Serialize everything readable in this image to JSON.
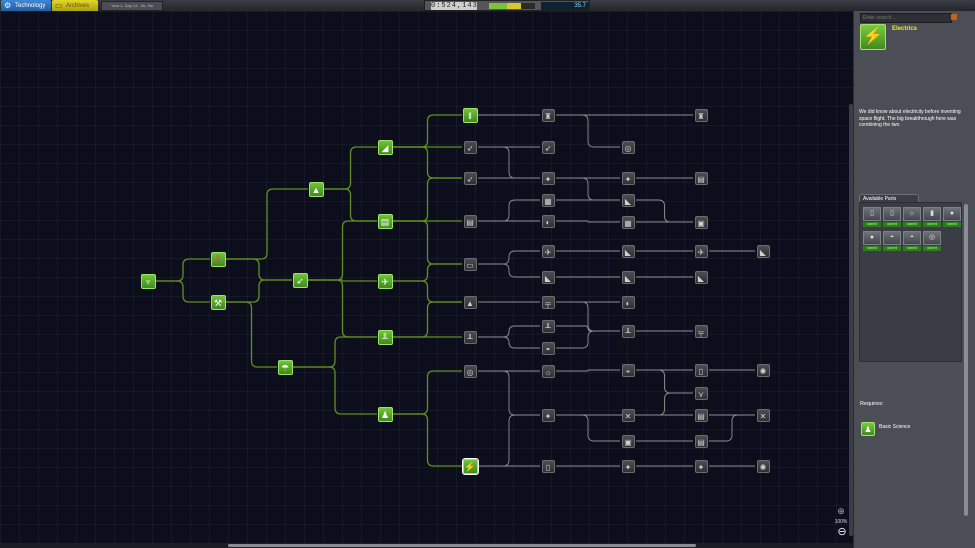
{
  "topbar": {
    "tabs": [
      {
        "label": "Technology",
        "icon": "gear-icon"
      },
      {
        "label": "Archives",
        "icon": "folder-icon"
      }
    ],
    "date": "Year 1, Day 13 - 0h, 9m",
    "funds": "0:524,143",
    "reputation_fraction": 0.7,
    "science": "35.7"
  },
  "colors": {
    "researched": "#5eb02f",
    "unresearched": "#3c3e43",
    "link_on": "#5f8f22",
    "link_off": "#8d8f94",
    "accent_title": "#f2e53a"
  },
  "tree": {
    "nodes": [
      {
        "id": "n1",
        "icon": "antenna-icon",
        "researched": true
      },
      {
        "id": "n2",
        "icon": "bulb-icon",
        "researched": true
      },
      {
        "id": "n3",
        "icon": "wrench-icon",
        "researched": true
      },
      {
        "id": "n4",
        "icon": "rocket-icon",
        "researched": true
      },
      {
        "id": "n5",
        "icon": "fin-icon",
        "researched": true
      },
      {
        "id": "n6",
        "icon": "parachute-icon",
        "researched": true
      },
      {
        "id": "n7",
        "icon": "rocket-angle-icon",
        "researched": true
      },
      {
        "id": "n8",
        "icon": "tank-icon",
        "researched": true
      },
      {
        "id": "n9",
        "icon": "plane-icon",
        "researched": true
      },
      {
        "id": "n10",
        "icon": "strut-icon",
        "researched": true
      },
      {
        "id": "n11",
        "icon": "science-icon",
        "researched": true
      },
      {
        "id": "n12",
        "icon": "engine-icon",
        "researched": true
      },
      {
        "id": "d1",
        "icon": "rocket-angle-icon",
        "researched": false
      },
      {
        "id": "d2",
        "icon": "rocket-angle-icon",
        "researched": false
      },
      {
        "id": "d3",
        "icon": "tank-icon",
        "researched": false
      },
      {
        "id": "d4",
        "icon": "fuel-line-icon",
        "researched": false
      },
      {
        "id": "d5",
        "icon": "rocket-icon",
        "researched": false
      },
      {
        "id": "d6",
        "icon": "strut-icon",
        "researched": false
      },
      {
        "id": "d7",
        "icon": "dish-icon",
        "researched": false
      },
      {
        "id": "g1",
        "icon": "electrics-icon",
        "researched": true
      },
      {
        "id": "c1",
        "icon": "tower-icon",
        "researched": false
      },
      {
        "id": "c2",
        "icon": "rocket-angle-icon",
        "researched": false
      },
      {
        "id": "c3",
        "icon": "probe-icon",
        "researched": false
      },
      {
        "id": "c4",
        "icon": "grid-icon",
        "researched": false
      },
      {
        "id": "c5",
        "icon": "wheel-icon",
        "researched": false
      },
      {
        "id": "c6",
        "icon": "plane-icon",
        "researched": false
      },
      {
        "id": "c7",
        "icon": "wing-icon",
        "researched": false
      },
      {
        "id": "c8",
        "icon": "gun-icon",
        "researched": false
      },
      {
        "id": "c9",
        "icon": "strut-icon",
        "researched": false
      },
      {
        "id": "c10",
        "icon": "dome-icon",
        "researched": false
      },
      {
        "id": "c11",
        "icon": "light-icon",
        "researched": false
      },
      {
        "id": "c12",
        "icon": "probe-icon",
        "researched": false
      },
      {
        "id": "c13",
        "icon": "battery-icon",
        "researched": false
      },
      {
        "id": "e1",
        "icon": "dish-icon",
        "researched": false
      },
      {
        "id": "e2",
        "icon": "probe-icon",
        "researched": false
      },
      {
        "id": "e3",
        "icon": "wing-icon",
        "researched": false
      },
      {
        "id": "e4",
        "icon": "grid-icon",
        "researched": false
      },
      {
        "id": "e5",
        "icon": "wing-icon",
        "researched": false
      },
      {
        "id": "e6",
        "icon": "wing-icon",
        "researched": false
      },
      {
        "id": "e7",
        "icon": "wheel-icon",
        "researched": false
      },
      {
        "id": "e8",
        "icon": "strut-icon",
        "researched": false
      },
      {
        "id": "e9",
        "icon": "telescope-icon",
        "researched": false
      },
      {
        "id": "e10",
        "icon": "tool-icon",
        "researched": false
      },
      {
        "id": "e11",
        "icon": "cube-icon",
        "researched": false
      },
      {
        "id": "e12",
        "icon": "probe-icon",
        "researched": false
      },
      {
        "id": "f1",
        "icon": "tower-icon",
        "researched": false
      },
      {
        "id": "f2",
        "icon": "tank-icon",
        "researched": false
      },
      {
        "id": "f3",
        "icon": "cube-icon",
        "researched": false
      },
      {
        "id": "f4",
        "icon": "plane-icon",
        "researched": false
      },
      {
        "id": "f5",
        "icon": "wing-icon",
        "researched": false
      },
      {
        "id": "f6",
        "icon": "gun-icon",
        "researched": false
      },
      {
        "id": "f7",
        "icon": "battery-icon",
        "researched": false
      },
      {
        "id": "f8",
        "icon": "split-icon",
        "researched": false
      },
      {
        "id": "f9",
        "icon": "tank-icon",
        "researched": false
      },
      {
        "id": "f10",
        "icon": "tank-icon",
        "researched": false
      },
      {
        "id": "f11",
        "icon": "probe-icon",
        "researched": false
      },
      {
        "id": "h1",
        "icon": "wing-icon",
        "researched": false
      },
      {
        "id": "h2",
        "icon": "burst-icon",
        "researched": false
      },
      {
        "id": "h3",
        "icon": "tool-icon",
        "researched": false
      },
      {
        "id": "h4",
        "icon": "burst-icon",
        "researched": false
      }
    ],
    "zoom_label": "100%"
  },
  "panel": {
    "search_placeholder": "Enter search...",
    "title": "Electrics",
    "icon": "electrics-icon",
    "description": "We did know about electricity before inventing space flight. The big breakthrough here was combining the two.",
    "parts_tab": "Available Parts",
    "parts": [
      {
        "icon": "battery-icon",
        "label": "owned"
      },
      {
        "icon": "battery-icon",
        "label": "owned"
      },
      {
        "icon": "light-icon",
        "label": "owned"
      },
      {
        "icon": "panel-icon",
        "label": "owned"
      },
      {
        "icon": "sphere-icon",
        "label": "owned"
      },
      {
        "icon": "sphere-icon",
        "label": "owned"
      },
      {
        "icon": "dome-icon",
        "label": "owned"
      },
      {
        "icon": "dome-icon",
        "label": "owned"
      },
      {
        "icon": "dish-icon",
        "label": "owned"
      }
    ],
    "requires_label": "Requires:",
    "requires": {
      "name": "Basic Science",
      "icon": "science-icon"
    }
  }
}
